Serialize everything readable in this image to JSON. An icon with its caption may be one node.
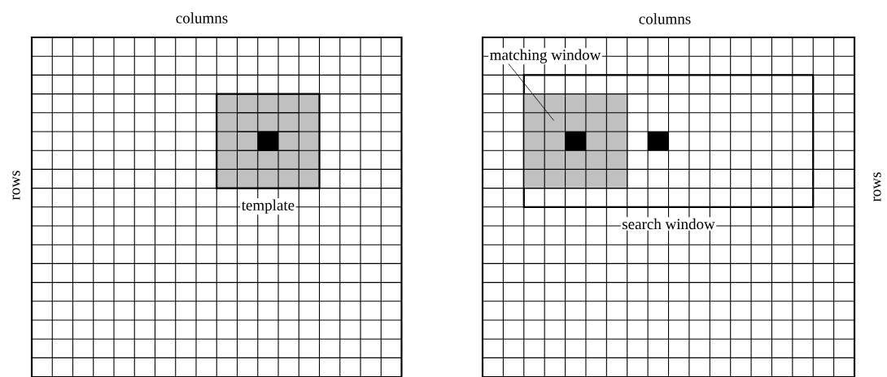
{
  "diagram": {
    "nodes": [
      {
        "text": [
          "template"
        ]
      },
      {
        "text": [
          "search window"
        ]
      },
      {
        "text": [
          "matching window"
        ]
      },
      {
        "text": [],
        "shape": "box",
        "in": 1
      }
    ],
    "edges": [
      {
        "from": 2,
        "to": 3,
        "arrow": "none"
      }
    ],
    "labels": [
      "columns",
      "rows",
      "columns",
      "rows"
    ]
  }
}
